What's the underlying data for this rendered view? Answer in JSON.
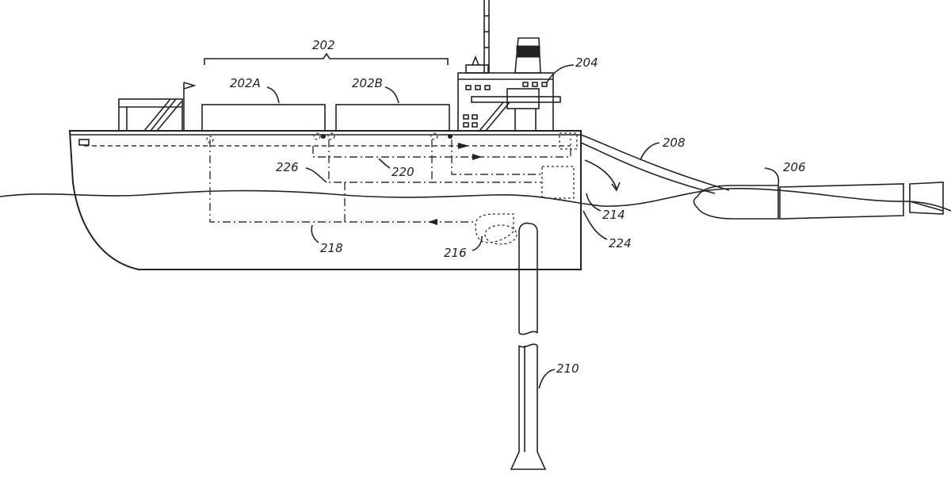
{
  "figure": {
    "labels": {
      "l202": "202",
      "l202a": "202A",
      "l202b": "202B",
      "l204": "204",
      "l206": "206",
      "l208": "208",
      "l210": "210",
      "l214": "214",
      "l216": "216",
      "l218": "218",
      "l220": "220",
      "l224": "224",
      "l226": "226"
    }
  }
}
